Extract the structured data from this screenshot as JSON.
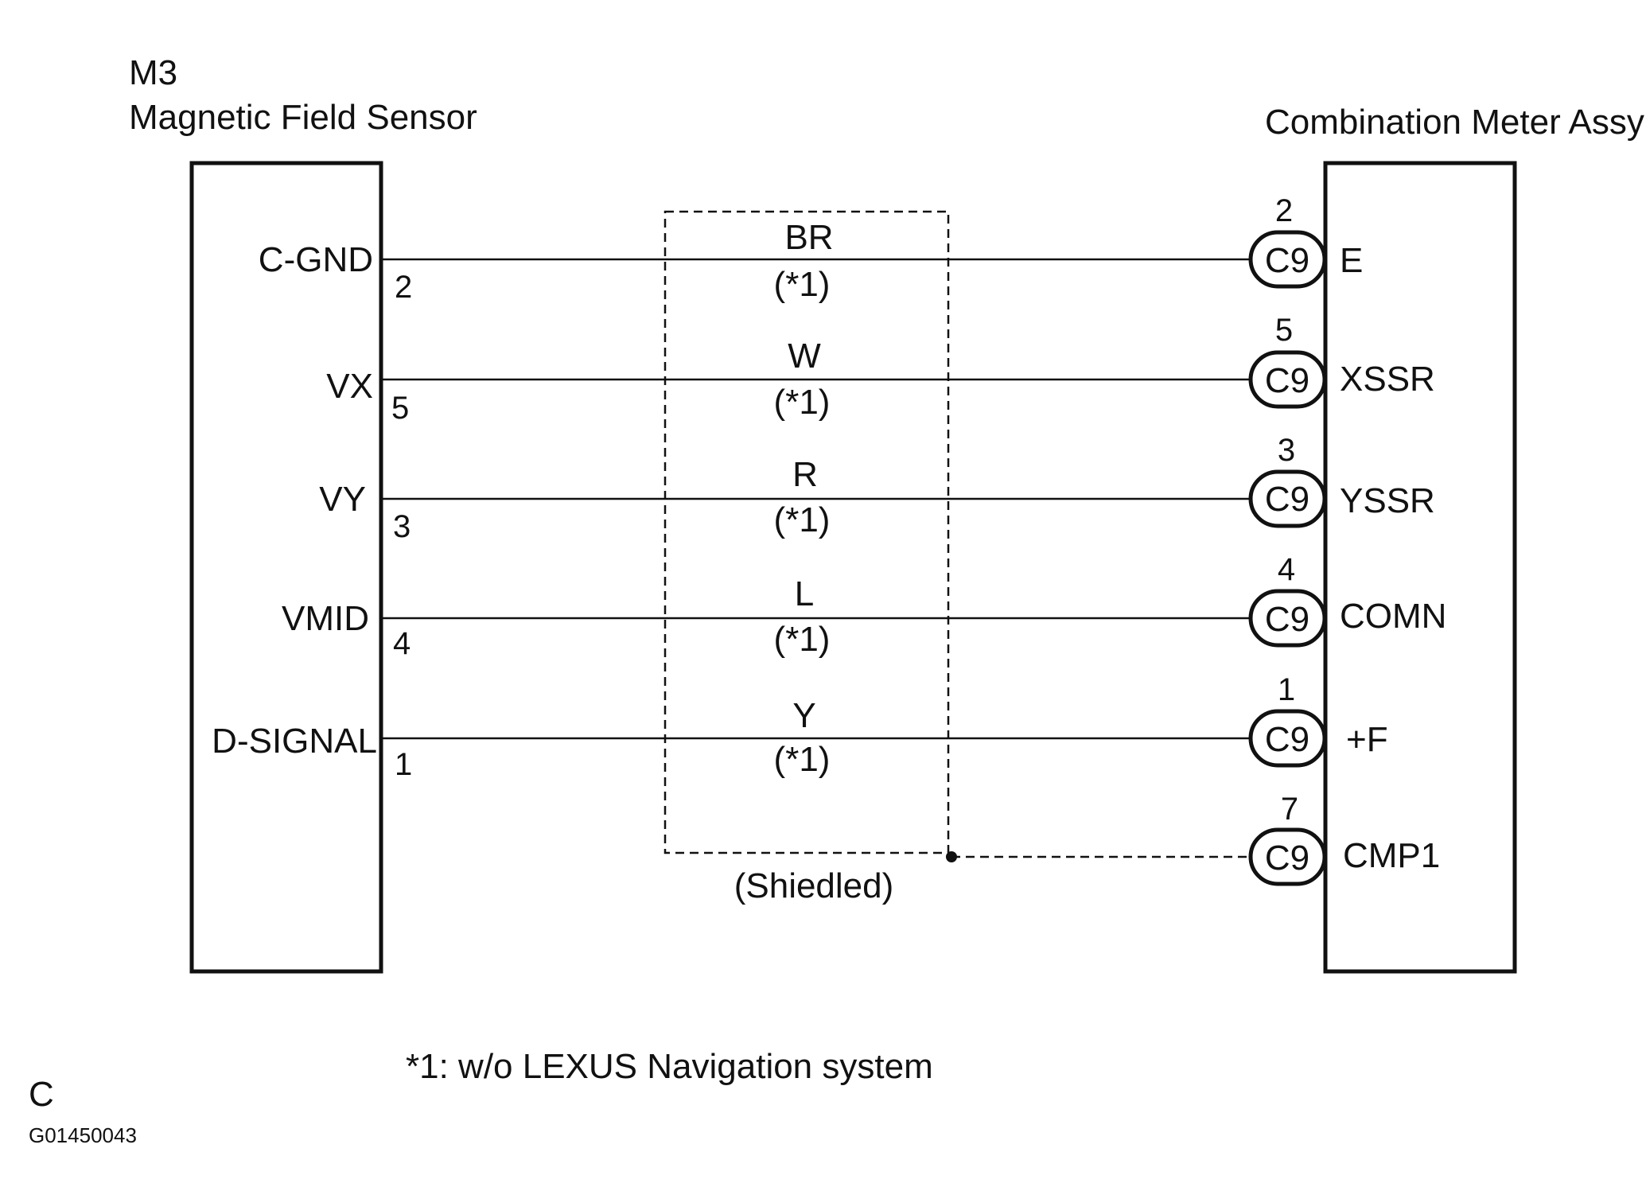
{
  "left_component": {
    "code": "M3",
    "name": "Magnetic Field Sensor"
  },
  "right_component": {
    "name": "Combination Meter Assy"
  },
  "connector_id": "C9",
  "wires": [
    {
      "left_terminal": "C-GND",
      "left_pin": "2",
      "color": "BR",
      "note": "(*1)",
      "right_pin": "2",
      "right_terminal": "E"
    },
    {
      "left_terminal": "VX",
      "left_pin": "5",
      "color": "W",
      "note": "(*1)",
      "right_pin": "5",
      "right_terminal": "XSSR"
    },
    {
      "left_terminal": "VY",
      "left_pin": "3",
      "color": "R",
      "note": "(*1)",
      "right_pin": "3",
      "right_terminal": "YSSR"
    },
    {
      "left_terminal": "VMID",
      "left_pin": "4",
      "color": "L",
      "note": "(*1)",
      "right_pin": "4",
      "right_terminal": "COMN"
    },
    {
      "left_terminal": "D-SIGNAL",
      "left_pin": "1",
      "color": "Y",
      "note": "(*1)",
      "right_pin": "1",
      "right_terminal": "+F"
    }
  ],
  "shield": {
    "label": "(Shiedled)",
    "right_pin": "7",
    "right_terminal": "CMP1"
  },
  "footnote": "*1: w/o LEXUS Navigation system",
  "corner_letter": "C",
  "figure_id": "G01450043"
}
